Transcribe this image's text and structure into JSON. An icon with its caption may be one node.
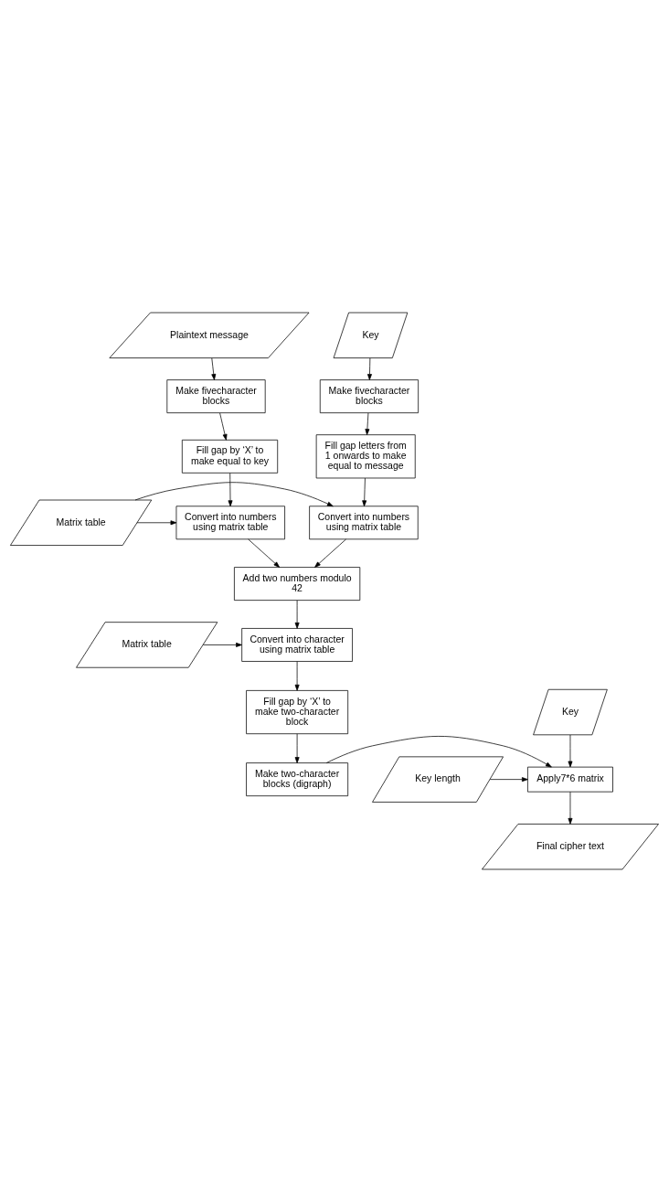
{
  "diagram": {
    "nodes": [
      {
        "text": [
          "Plaintext message"
        ]
      },
      {
        "text": [
          "Key"
        ]
      },
      {
        "text": [
          "Make fivecharacter blocks"
        ]
      },
      {
        "text": [
          "Make fivecharacter blocks"
        ]
      },
      {
        "text": [
          "Fill gap by ‘X’ to make equal to key"
        ]
      },
      {
        "text": [
          "Fill gap letters from 1 onwards to make equal to message"
        ]
      },
      {
        "text": [
          "Matrix table"
        ]
      },
      {
        "text": [
          "Convert into numbers using matrix table"
        ]
      },
      {
        "text": [
          "Convert into numbers using matrix table"
        ]
      },
      {
        "text": [
          "Add two numbers modulo 42"
        ]
      },
      {
        "text": [
          "Matrix table"
        ]
      },
      {
        "text": [
          "Convert into character using matrix table"
        ]
      },
      {
        "text": [
          "Fill gap by ‘X’ to make two-character block"
        ]
      },
      {
        "text": [
          "Key"
        ]
      },
      {
        "text": [
          "Key length"
        ]
      },
      {
        "text": [
          "Make two-character blocks (digraph)"
        ]
      },
      {
        "text": [
          "Apply7*6 matrix"
        ]
      },
      {
        "text": [
          "Final cipher text"
        ]
      }
    ],
    "edges": [
      {
        "from": 0,
        "to": 2,
        "arrow": "to"
      },
      {
        "from": 1,
        "to": 3,
        "arrow": "to"
      },
      {
        "from": 2,
        "to": 4,
        "arrow": "to"
      },
      {
        "from": 3,
        "to": 5,
        "arrow": "to"
      },
      {
        "from": 4,
        "to": 7,
        "arrow": "to"
      },
      {
        "from": 6,
        "to": 7,
        "arrow": "to"
      },
      {
        "from": 6,
        "to": 8,
        "arrow": "to"
      },
      {
        "from": 5,
        "to": 8,
        "arrow": "to"
      },
      {
        "from": 7,
        "to": 9,
        "arrow": "to"
      },
      {
        "from": 8,
        "to": 9,
        "arrow": "to"
      },
      {
        "from": 9,
        "to": 11,
        "arrow": "to"
      },
      {
        "from": 10,
        "to": 11,
        "arrow": "to"
      },
      {
        "from": 11,
        "to": 12,
        "arrow": "to"
      },
      {
        "from": 12,
        "to": 15,
        "arrow": "to"
      },
      {
        "from": 13,
        "to": 16,
        "arrow": "to"
      },
      {
        "from": 14,
        "to": 16,
        "arrow": "to"
      },
      {
        "from": 15,
        "to": 16,
        "arrow": "to"
      },
      {
        "from": 16,
        "to": 17,
        "arrow": "to"
      }
    ]
  }
}
